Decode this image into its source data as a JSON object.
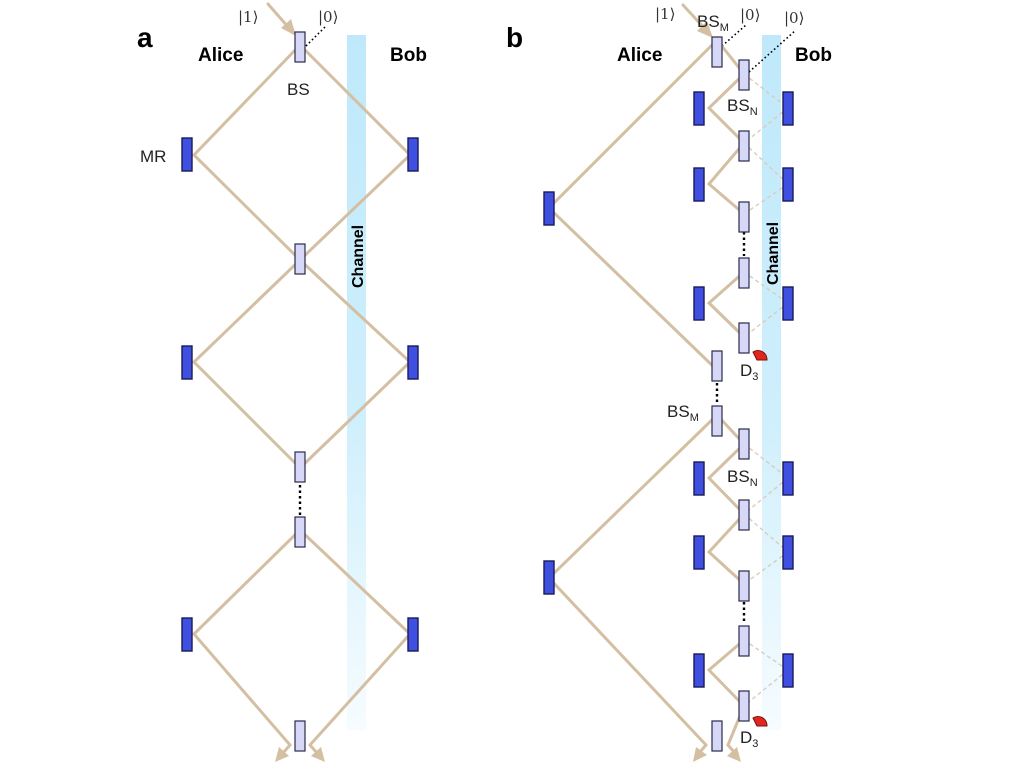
{
  "panel_a": {
    "label": "a",
    "alice": "Alice",
    "bob": "Bob",
    "input_ket": "|1⟩",
    "vacuum_ket": "|0⟩",
    "bs_label": "BS",
    "mr_label": "MR",
    "channel": "Channel"
  },
  "panel_b": {
    "label": "b",
    "alice": "Alice",
    "bob": "Bob",
    "input_ket": "|1⟩",
    "vacuum_ket_m": "|0⟩",
    "vacuum_ket_n": "|0⟩",
    "bs_m": "BS",
    "bs_m_sub": "M",
    "bs_n": "BS",
    "bs_n_sub": "N",
    "det": "D",
    "det_sub": "3",
    "channel": "Channel"
  },
  "colors": {
    "beam": "#d4bfa3",
    "mirror": "#3f4fe0",
    "beam_splitter": "#d7d7f7",
    "channel": "#bfe9fb",
    "detector": "#e0271f"
  }
}
